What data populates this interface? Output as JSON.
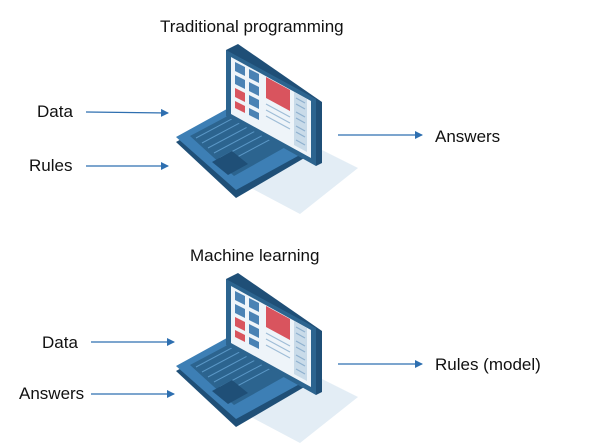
{
  "colors": {
    "arrow": "#2e6fb0",
    "laptop_body": "#3d7fb5",
    "laptop_dark": "#1f4f77",
    "screen_bg": "#eef4f9",
    "tile_blue": "#4a82b4",
    "tile_red": "#d9545e",
    "shadow": "#e3edf5"
  },
  "sections": [
    {
      "title": "Traditional programming",
      "input_top": "Data",
      "input_bottom": "Rules",
      "output": "Answers"
    },
    {
      "title": "Machine learning",
      "input_top": "Data",
      "input_bottom": "Answers",
      "output": "Rules (model)"
    }
  ],
  "icons": [
    "laptop-icon",
    "arrow-right-icon"
  ]
}
